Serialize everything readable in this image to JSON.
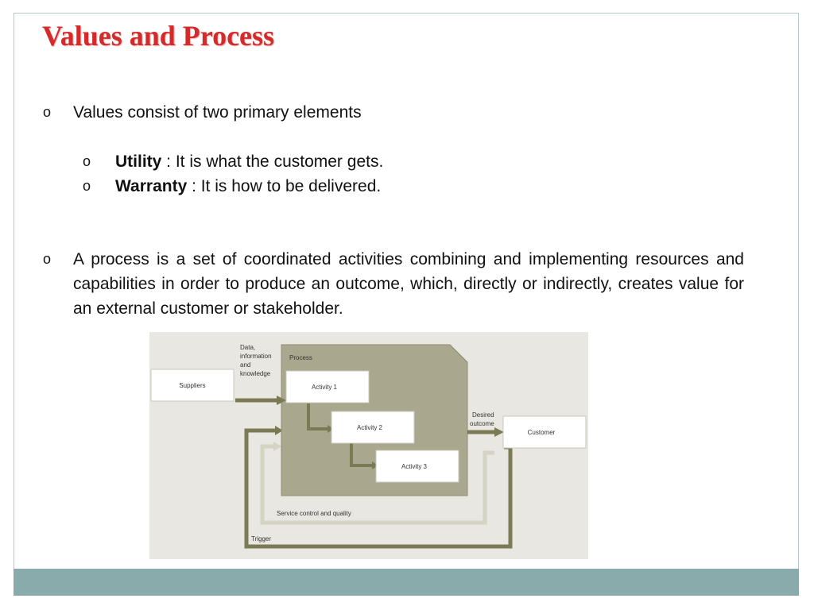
{
  "slide": {
    "title": "Values and Process",
    "bullet_values": "Values consist of two primary elements",
    "utility_term": "Utility",
    "utility_text": " : It is what the customer gets.",
    "warranty_term": "Warranty",
    "warranty_text": " : It is how to be delivered.",
    "process_definition": "A process is a set of coordinated activities combining and implementing resources and capabilities in order to produce an outcome, which, directly or  indirectly, creates value for an external customer or stakeholder.",
    "bullet_marker": "o"
  },
  "diagram": {
    "input_label_1": "Data,",
    "input_label_2": "information",
    "input_label_3": "and",
    "input_label_4": "knowledge",
    "process_label": "Process",
    "suppliers": "Suppliers",
    "activity1": "Activity 1",
    "activity2": "Activity 2",
    "activity3": "Activity 3",
    "outcome_label_1": "Desired",
    "outcome_label_2": "outcome",
    "customer": "Customer",
    "service_control": "Service control and quality",
    "trigger": "Trigger",
    "colors": {
      "background": "#e9e7e1",
      "process_fill": "#a9a88f",
      "process_border": "#8f8e74",
      "arrow_dark": "#7a7b55",
      "arrow_light": "#d4d3c4"
    }
  }
}
